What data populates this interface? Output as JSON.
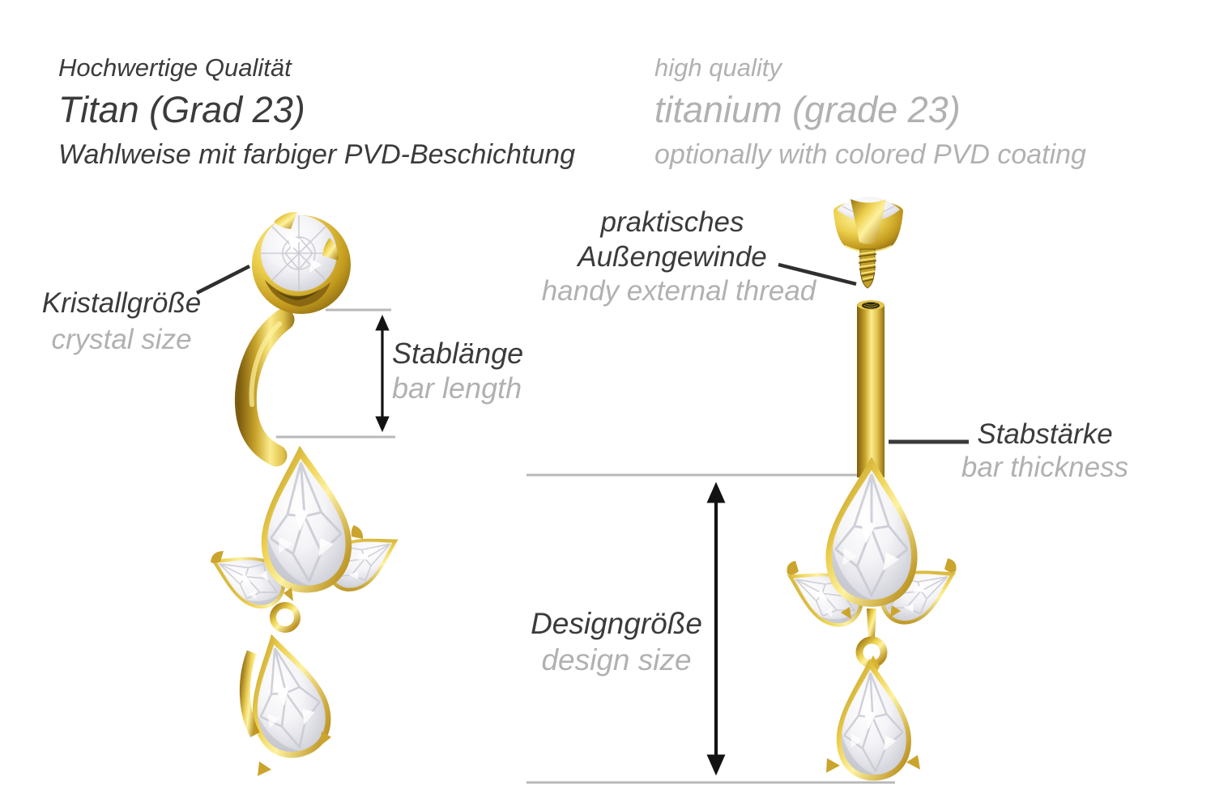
{
  "header_de": {
    "line1": "Hochwertige Qualität",
    "line2": "Titan (Grad 23)",
    "line3": "Wahlweise mit farbiger PVD-Beschichtung"
  },
  "header_en": {
    "line1": "high quality",
    "line2": "titanium (grade 23)",
    "line3": "optionally with colored PVD coating"
  },
  "annotations": {
    "crystal_size": {
      "de": "Kristallgröße",
      "en": "crystal size"
    },
    "bar_length": {
      "de": "Stablänge",
      "en": "bar length"
    },
    "external_thread": {
      "de_line1": "praktisches",
      "de_line2": "Außengewinde",
      "en": "handy external thread"
    },
    "bar_thickness": {
      "de": "Stabstärke",
      "en": "bar thickness"
    },
    "design_size": {
      "de": "Designgröße",
      "en": "design size"
    }
  },
  "colors": {
    "dark_text": "#3b3b3b",
    "gray_text": "#b1b1b1",
    "measure_line_gray": "#b9b9b9",
    "arrow_black": "#131313",
    "gold_light": "#fdf2a0",
    "gold_mid": "#d9b432",
    "gold_deep": "#8a6614",
    "crystal_white": "#ffffff",
    "crystal_shade": "#c6c6cf"
  }
}
